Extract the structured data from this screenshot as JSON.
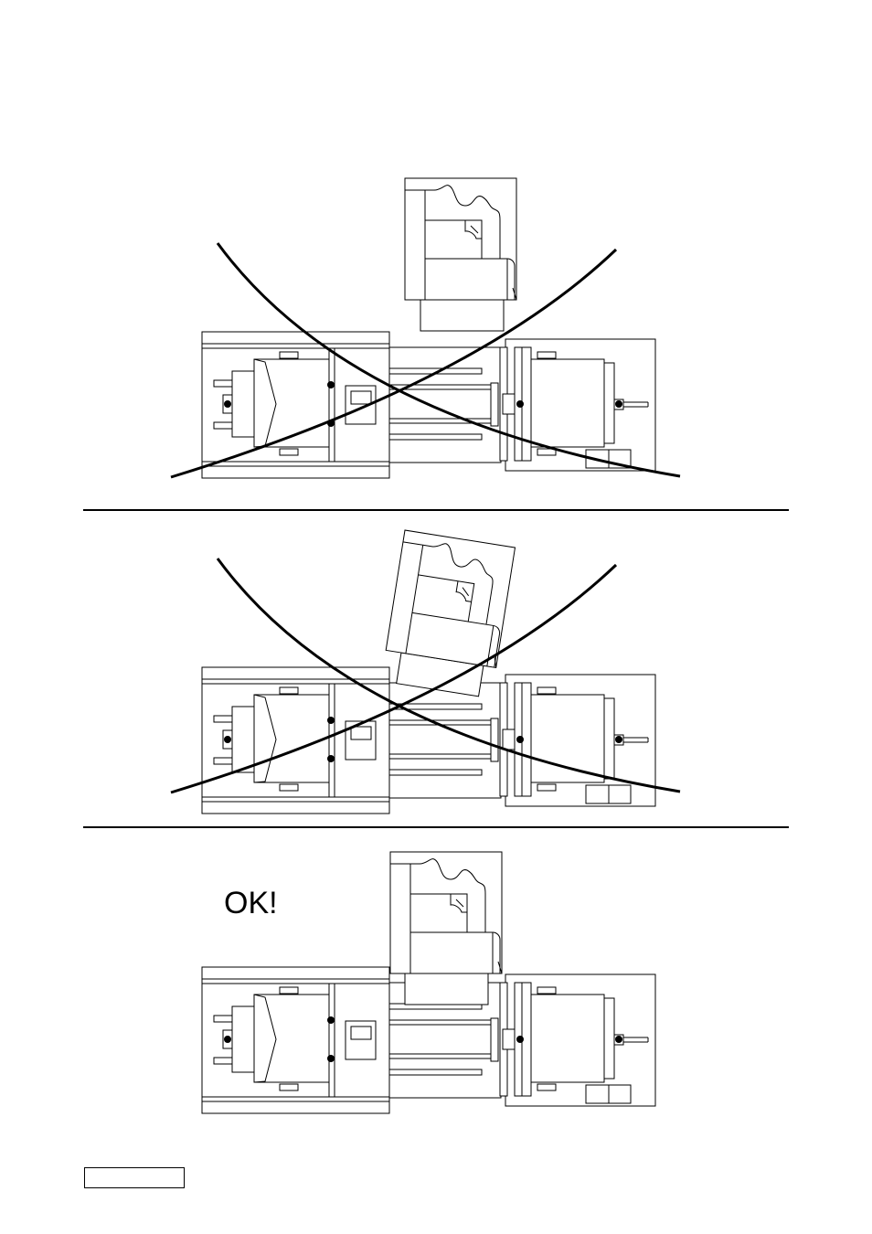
{
  "panels": [
    {
      "id": "panel-1",
      "status": "incorrect",
      "label": ""
    },
    {
      "id": "panel-2",
      "status": "incorrect",
      "label": ""
    },
    {
      "id": "panel-3",
      "status": "correct",
      "label": "OK!"
    }
  ],
  "colors": {
    "line": "#000000",
    "background": "#ffffff"
  }
}
